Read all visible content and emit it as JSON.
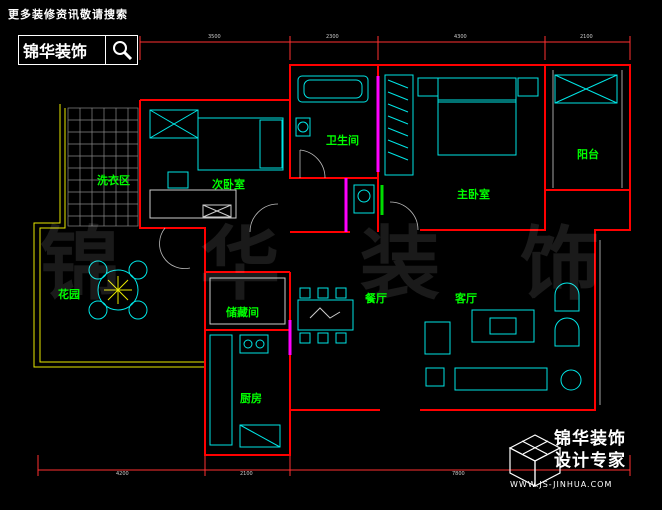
{
  "header": {
    "promo_text": "更多装修资讯敬请搜索",
    "brand_name": "锦华装饰"
  },
  "footer": {
    "brand_line1": "锦华装饰",
    "brand_line2": "设计专家",
    "url": "WWW.JS-JINHUA.COM"
  },
  "watermark": [
    "锦",
    "华",
    "装",
    "饰"
  ],
  "rooms": {
    "laundry": "洗衣区",
    "second_bedroom": "次卧室",
    "bathroom": "卫生间",
    "master_bedroom": "主卧室",
    "balcony": "阳台",
    "garden": "花园",
    "storage": "储藏间",
    "dining": "餐厅",
    "living": "客厅",
    "kitchen": "厨房"
  },
  "dimensions": {
    "top": [
      "3500",
      "2300",
      "4300",
      "2100"
    ],
    "bottom": [
      "4200",
      "2100",
      "7800"
    ]
  },
  "colors": {
    "wall": "#ff0000",
    "furniture": "#00ffff",
    "room_label": "#00ff00",
    "dimension": "#ff0000",
    "garden_edge": "#ffff00",
    "door": "#ff00ff"
  }
}
